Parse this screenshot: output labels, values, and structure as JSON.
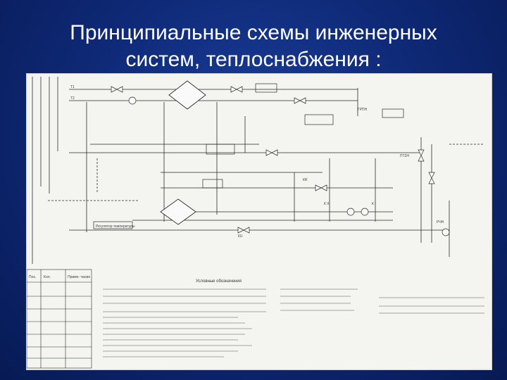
{
  "slide": {
    "title_line1": "Принципиальные схемы инженерных",
    "title_line2": "систем, теплоснабжения :"
  },
  "schematic": {
    "legend_title": "Условные обозначения",
    "labels": {
      "grpn": "ГРПН",
      "pts_n": "ПТ2Н",
      "ku": "КU",
      "kr": "КR",
      "k_i": "К I",
      "k_iii": "К III",
      "t1": "Т1",
      "t2": "Т2",
      "prn": "РЧН",
      "regulator": "Регулятор температуры"
    },
    "table_header": [
      "Поз.",
      "Кол.",
      "Приме- чание"
    ]
  },
  "colors": {
    "background": "#0f2a78",
    "title_text": "#ffffff",
    "sheet": "#f4f4f1",
    "line": "#2b2b2b"
  }
}
